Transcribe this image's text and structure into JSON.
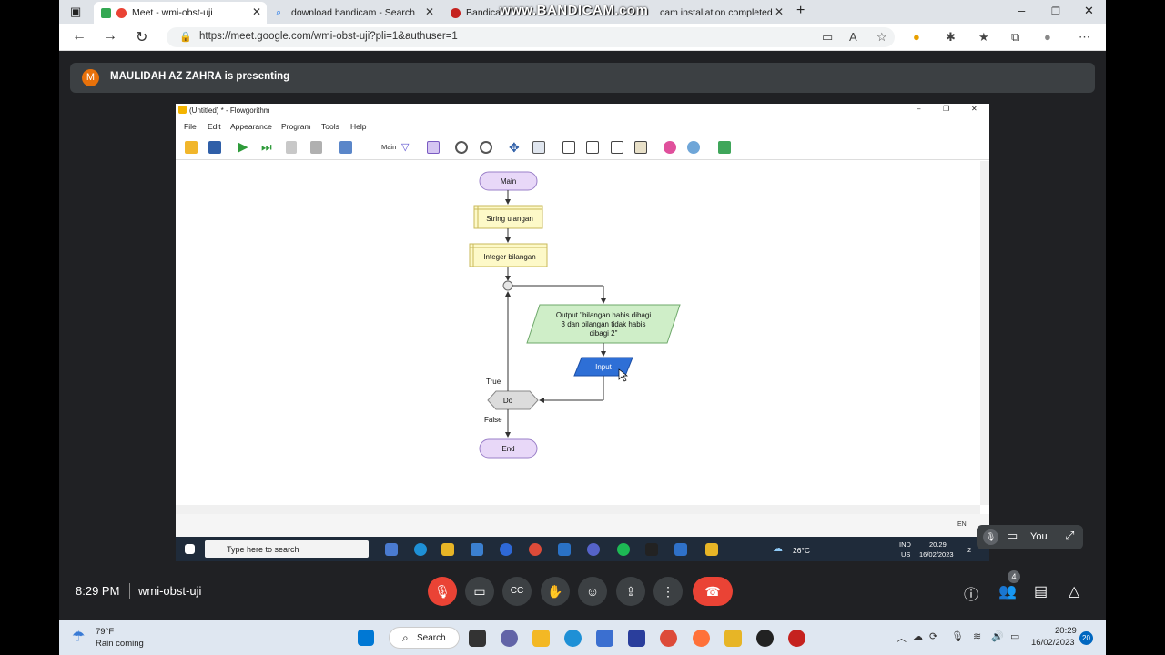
{
  "browser": {
    "tabs": [
      {
        "title": "Meet - wmi-obst-uji",
        "active": true,
        "favicon": "meet-icon"
      },
      {
        "title": "download bandicam - Search",
        "active": false,
        "favicon": "search-icon"
      },
      {
        "title": "Bandicam",
        "active": false,
        "favicon": "bandicam-icon"
      },
      {
        "title": "cam installation completed",
        "active": false,
        "favicon": "bandicam-icon"
      }
    ],
    "new_tab": "+",
    "watermark": "www.BANDICAM.com",
    "url": "https://meet.google.com/wmi-obst-uji?pli=1&authuser=1",
    "window_controls": {
      "minimize": "–",
      "maximize": "❐",
      "close": "✕"
    }
  },
  "meet": {
    "presenter_initial": "M",
    "presenting_text": "MAULIDAH AZ ZAHRA is presenting",
    "time": "8:29 PM",
    "meeting_code": "wmi-obst-uji",
    "self_label": "You",
    "participants_count": "4",
    "controls": [
      "mic-off-icon",
      "camera-icon",
      "captions-icon",
      "raise-hand-icon",
      "emoji-icon",
      "present-icon",
      "more-icon",
      "end-call-icon"
    ],
    "right_controls": [
      "info-icon",
      "people-icon",
      "chat-icon",
      "activities-icon"
    ],
    "colors": {
      "bg": "#202124",
      "red": "#ea4335",
      "tile": "#3c4043",
      "avatar": "#e8710a"
    }
  },
  "flowgorithm": {
    "window_title": "(Untitled) * - Flowgorithm",
    "menu": [
      "File",
      "Edit",
      "Appearance",
      "Program",
      "Tools",
      "Help"
    ],
    "toolbar_label": "Main",
    "status_lang": "EN",
    "flowchart": {
      "start": "Main",
      "declare1": "String ulangan",
      "declare2": "Integer bilangan",
      "output_lines": [
        "Output \"bilangan habis dibagi",
        "3 dan bilangan tidak habis",
        "dibagi 2\""
      ],
      "input": "Input",
      "loop": "Do",
      "true_label": "True",
      "false_label": "False",
      "end": "End",
      "colors": {
        "terminal": "#e8d8f8",
        "declare": "#fdf9c8",
        "output": "#cfeec8",
        "input": "#2e6fd6",
        "loop": "#dcdcdc"
      }
    }
  },
  "inner_taskbar": {
    "search_placeholder": "Type here to search",
    "temperature": "26°C",
    "lang1": "IND",
    "lang2": "US",
    "time": "20.29",
    "date": "16/02/2023",
    "notifications": "2"
  },
  "taskbar": {
    "weather_temp": "79°F",
    "weather_desc": "Rain coming",
    "search_label": "Search",
    "time": "20:29",
    "date": "16/02/2023",
    "notifications": "20"
  }
}
